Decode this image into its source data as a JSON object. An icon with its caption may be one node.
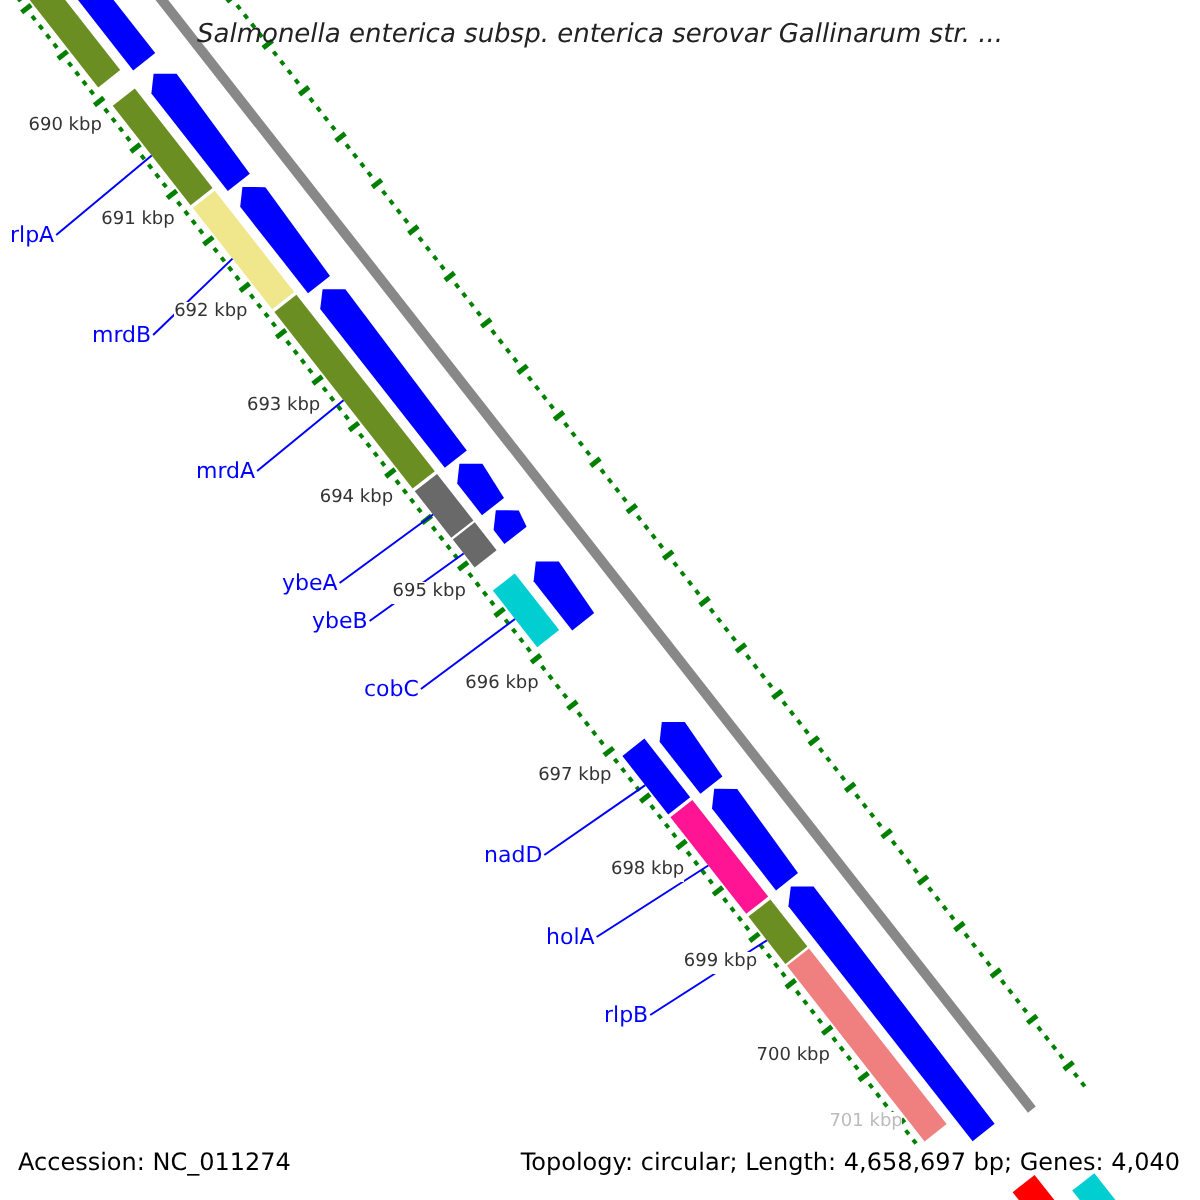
{
  "diagram": {
    "title": "Salmonella enterica subsp. enterica serovar Gallinarum str. ...",
    "nodes": [
      {
        "text": [
          "rlpA"
        ]
      },
      {
        "text": [
          "mrdB"
        ]
      },
      {
        "text": [
          "mrdA"
        ]
      },
      {
        "text": [
          "ybeA"
        ]
      },
      {
        "text": [
          "ybeB"
        ]
      },
      {
        "text": [
          "cobC"
        ]
      },
      {
        "text": [
          "nadD"
        ]
      },
      {
        "text": [
          "holA"
        ]
      },
      {
        "text": [
          "rlpB"
        ]
      },
      {
        "text": [],
        "shape": "bar"
      },
      {
        "text": [],
        "shape": "bar"
      },
      {
        "text": [],
        "shape": "bar"
      },
      {
        "text": [],
        "shape": "bar"
      },
      {
        "text": [],
        "shape": "bar"
      },
      {
        "text": [],
        "shape": "bar"
      },
      {
        "text": [],
        "shape": "bar"
      },
      {
        "text": [],
        "shape": "bar"
      },
      {
        "text": [],
        "shape": "bar"
      },
      {
        "text": [],
        "shape": "bar"
      },
      {
        "text": [],
        "shape": "bar"
      },
      {
        "text": [],
        "shape": "bar"
      },
      {
        "text": [],
        "shape": "arrow"
      },
      {
        "text": [],
        "shape": "arrow"
      },
      {
        "text": [],
        "shape": "arrow"
      },
      {
        "text": [],
        "shape": "arrow"
      },
      {
        "text": [],
        "shape": "arrow"
      },
      {
        "text": [],
        "shape": "arrow"
      },
      {
        "text": [],
        "shape": "arrow"
      },
      {
        "text": [],
        "shape": "arrow"
      },
      {
        "text": [],
        "shape": "arrow"
      },
      {
        "text": [],
        "shape": "bar"
      },
      {
        "text": [],
        "shape": "bar"
      }
    ],
    "edges": [
      {
        "from": 0,
        "to": 9,
        "arrow": "none"
      },
      {
        "from": 1,
        "to": 10,
        "arrow": "none"
      },
      {
        "from": 2,
        "to": 11,
        "arrow": "none"
      },
      {
        "from": 3,
        "to": 12,
        "arrow": "none"
      },
      {
        "from": 4,
        "to": 13,
        "arrow": "none"
      },
      {
        "from": 5,
        "to": 14,
        "arrow": "none"
      },
      {
        "from": 6,
        "to": 15,
        "arrow": "none"
      },
      {
        "from": 7,
        "to": 16,
        "arrow": "none"
      },
      {
        "from": 8,
        "to": 17,
        "arrow": "none"
      }
    ],
    "labels": [
      "690 kbp",
      "691 kbp",
      "692 kbp",
      "693 kbp",
      "694 kbp",
      "695 kbp",
      "696 kbp",
      "697 kbp",
      "698 kbp",
      "699 kbp",
      "700 kbp",
      "701 kbp",
      "Accession: NC_011274",
      "Topology: circular; Length: 4,658,697 bp; Genes: 4,040"
    ]
  }
}
